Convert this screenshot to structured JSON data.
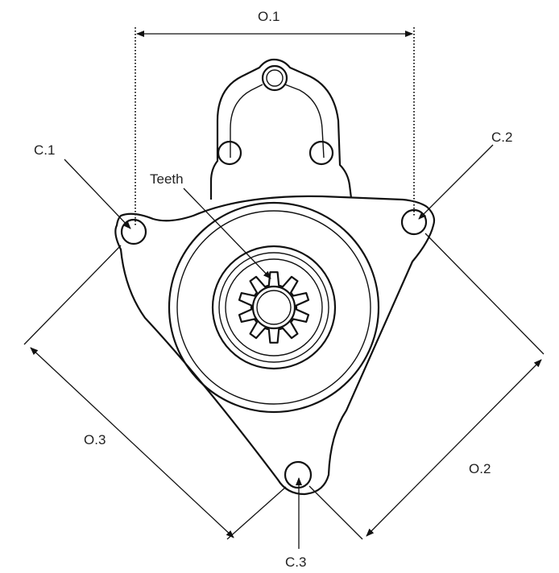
{
  "labels": {
    "o1": "O.1",
    "o2": "O.2",
    "o3": "O.3",
    "c1": "C.1",
    "c2": "C.2",
    "c3": "C.3",
    "teeth": "Teeth"
  },
  "colors": {
    "line": "#111111",
    "background": "#ffffff"
  }
}
